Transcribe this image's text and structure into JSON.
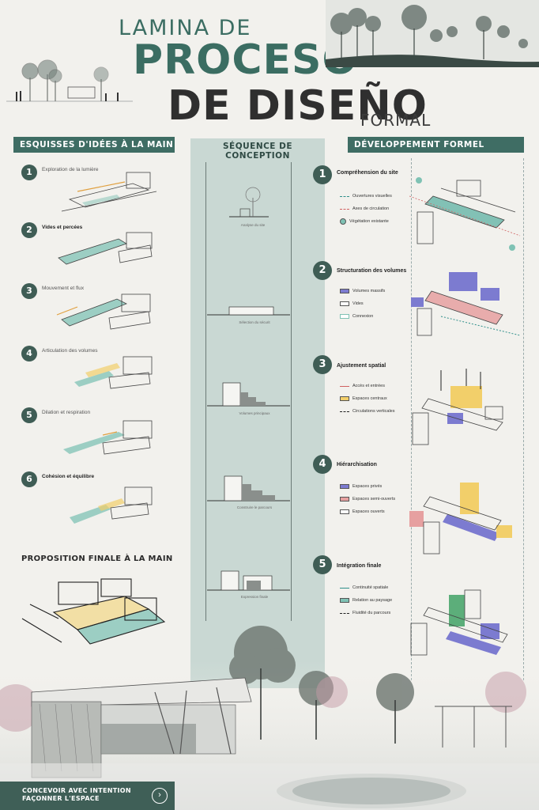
{
  "header": {
    "title_line1": "LAMINA DE",
    "title_line2": "PROCESO",
    "title_line3": "DE DISEÑO",
    "title_line4": "FORMAL"
  },
  "sections": {
    "left": "ESQUISSES D'IDÉES À LA MAIN",
    "middle": "SÉQUENCE DE CONCEPTION",
    "right": "DÉVELOPPEMENT FORMEL"
  },
  "left_steps": [
    {
      "n": "1",
      "label": "Exploration de la lumière"
    },
    {
      "n": "2",
      "label": "Vides et percées"
    },
    {
      "n": "3",
      "label": "Mouvement et flux"
    },
    {
      "n": "4",
      "label": "Articulation des volumes"
    },
    {
      "n": "5",
      "label": "Dilation et respiration"
    },
    {
      "n": "6",
      "label": "Cohésion et équilibre"
    }
  ],
  "final_title": "PROPOSITION FINALE À LA MAIN",
  "right_steps": [
    {
      "n": "1",
      "title": "Compréhension du site",
      "legend": [
        "Ouvertures visuelles",
        "Axes de circulation",
        "Végétation existante"
      ]
    },
    {
      "n": "2",
      "title": "Structuration des volumes",
      "legend": [
        "Volumes massifs",
        "Vides",
        "Connexion"
      ]
    },
    {
      "n": "3",
      "title": "Ajustement spatial",
      "legend": [
        "Accès et entrées",
        "Espaces centraux",
        "Circulations verticales"
      ]
    },
    {
      "n": "4",
      "title": "Hiérarchisation",
      "legend": [
        "Espaces privés",
        "Espaces semi-ouverts",
        "Espaces ouverts"
      ]
    },
    {
      "n": "5",
      "title": "Intégration finale",
      "legend": [
        "Continuité spatiale",
        "Relation au paysage",
        "Fluidité du parcours"
      ]
    }
  ],
  "sequence_labels": [
    "Analyse du site",
    "Sélection du sécurit",
    "Volumes principaux",
    "Construire le parcours",
    "Expression finale"
  ],
  "footer": {
    "line1": "CONCEVOIR AVEC INTENTION",
    "line2": "FAÇONNER L'ESPACE",
    "arrow": "›"
  },
  "colors": {
    "accent": "#3f6d64",
    "teal": "#7fc2b4",
    "purple": "#7c7bd0",
    "pink": "#e6a0a0",
    "yellow": "#f2cf6a"
  }
}
